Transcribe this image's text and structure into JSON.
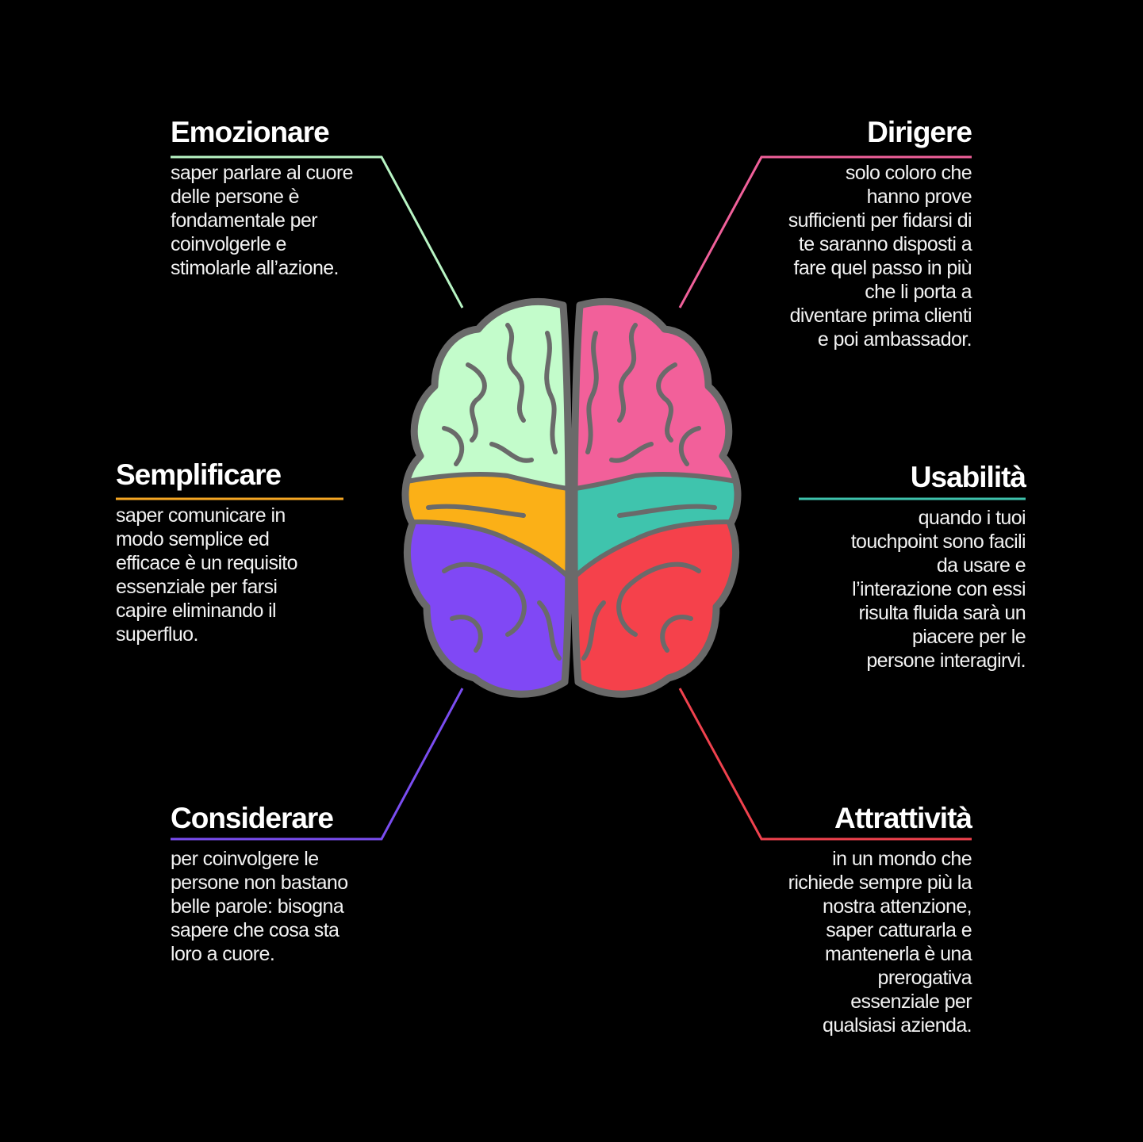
{
  "sections": [
    {
      "id": "emozionare",
      "title": "Emozionare",
      "color": "#b8f5c4",
      "text": "saper parlare al cuore\ndelle persone è\nfondamentale per\ncoinvolgerle e\nstimolarle all’azione."
    },
    {
      "id": "dirigere",
      "title": "Dirigere",
      "color": "#f0609a",
      "text": "solo coloro che\nhanno prove\nsufficienti per fidarsi di\nte saranno disposti a\nfare quel passo in più\nche li porta a\ndiventare prima clienti\ne poi ambassador."
    },
    {
      "id": "semplificare",
      "title": "Semplificare",
      "color": "#f5a623",
      "text": "saper comunicare in\nmodo semplice ed\nefficace è un requisito\nessenziale per farsi\ncapire eliminando il\nsuperfluo."
    },
    {
      "id": "usabilita",
      "title": "Usabilità",
      "color": "#3ec2ac",
      "text": "quando i tuoi\ntouchpoint sono facili\nda usare e\nl’interazione con essi\nrisulta fluida sarà un\npiacere per le\npersone interagirvi."
    },
    {
      "id": "considerare",
      "title": "Considerare",
      "color": "#7a4df0",
      "text": "per coinvolgere le\npersone non bastano\nbelle parole: bisogna\nsapere che cosa sta\nloro a cuore."
    },
    {
      "id": "attrattivita",
      "title": "Attrattività",
      "color": "#f0424e",
      "text": "in un mondo che\nrichiede sempre più la\nnostra attenzione,\nsaper catturarla e\nmantenerla è una\nprerogativa\nessenziale per\nqualsiasi azienda."
    }
  ],
  "brain": {
    "outline": "#6a6a6a",
    "lobes": {
      "left_frontal": "#c3fccb",
      "left_parietal": "#fbb017",
      "left_occipital": "#8048f5",
      "right_frontal": "#f2609a",
      "right_parietal": "#3fc4ad",
      "right_occipital": "#f5414b"
    }
  }
}
